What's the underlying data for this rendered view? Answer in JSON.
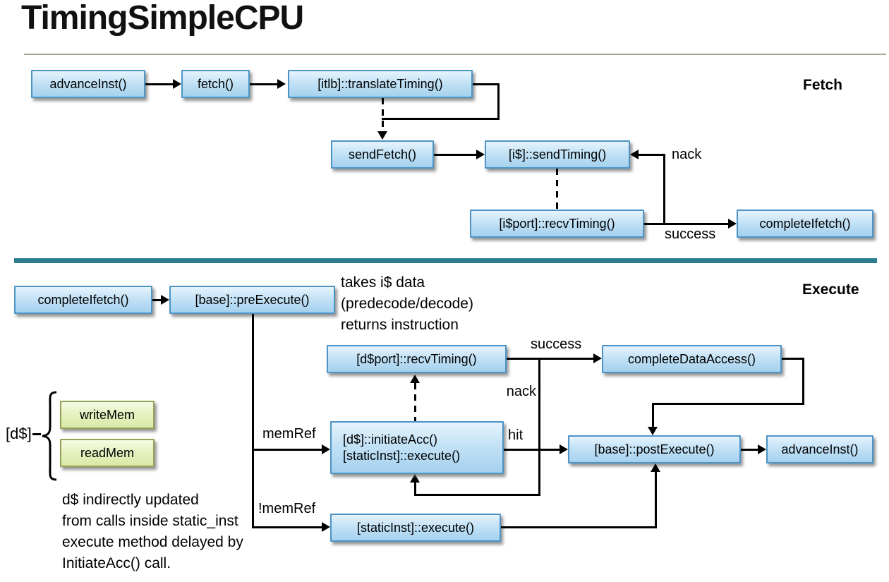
{
  "title": "TimingSimpleCPU",
  "fetch": {
    "section_label": "Fetch",
    "nodes": {
      "advance_inst": "advanceInst()",
      "fetch_fn": "fetch()",
      "itlb_translate": "[itlb]::translateTiming()",
      "send_fetch": "sendFetch()",
      "icache_send_timing": "[i$]::sendTiming()",
      "icache_port_recv_timing": "[i$port]::recvTiming()",
      "complete_ifetch": "completeIfetch()"
    },
    "edge_labels": {
      "nack": "nack",
      "success": "success"
    }
  },
  "execute": {
    "section_label": "Execute",
    "nodes": {
      "complete_ifetch": "completeIfetch()",
      "pre_execute": "[base]::preExecute()",
      "dcache_port_recv_timing": "[d$port]::recvTiming()",
      "complete_data_access": "completeDataAccess()",
      "initiate_acc_line1": "[d$]::initiateAcc()",
      "initiate_acc_line2": "[staticInst]::execute()",
      "post_execute": "[base]::postExecute()",
      "advance_inst": "advanceInst()",
      "static_inst_execute": "[staticInst]::execute()",
      "write_mem": "writeMem",
      "read_mem": "readMem"
    },
    "edge_labels": {
      "success": "success",
      "nack": "nack",
      "mem_ref": "memRef",
      "not_mem_ref": "!memRef",
      "hit": "hit",
      "dcache_tag": "[d$]"
    },
    "notes": {
      "pre_execute_1": "takes i$ data",
      "pre_execute_2": "(predecode/decode)",
      "pre_execute_3": "returns instruction",
      "dcache_1": "d$ indirectly updated",
      "dcache_2": "from calls inside static_inst",
      "dcache_3": "execute method delayed by",
      "dcache_4": "InitiateAcc() call."
    }
  },
  "colors": {
    "node_border": "#4c94c5",
    "node_fill_top": "#e6f4fd",
    "node_fill_bottom": "#a5d1ee",
    "green_node_border": "#94a256",
    "green_node_fill_top": "#f6fbe3",
    "green_node_fill_bottom": "#d9eaa7",
    "divider_teal": "#2d7e91",
    "title_rule": "#a79f90",
    "connector": "#000000"
  }
}
